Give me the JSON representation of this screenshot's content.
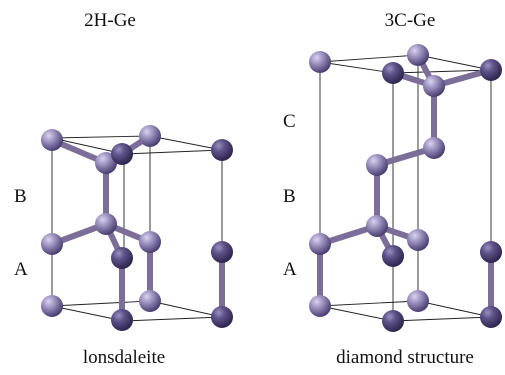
{
  "left_panel": {
    "title": "2H-Ge",
    "caption": "lonsdaleite",
    "layer_labels": [
      "B",
      "A"
    ]
  },
  "right_panel": {
    "title": "3C-Ge",
    "caption": "diamond structure",
    "layer_labels": [
      "C",
      "B",
      "A"
    ]
  },
  "colors": {
    "atom_light": "#a59cc7",
    "atom_dark": "#4a3f72",
    "bond": "#7b6f9a",
    "cell_edge": "#222222"
  }
}
